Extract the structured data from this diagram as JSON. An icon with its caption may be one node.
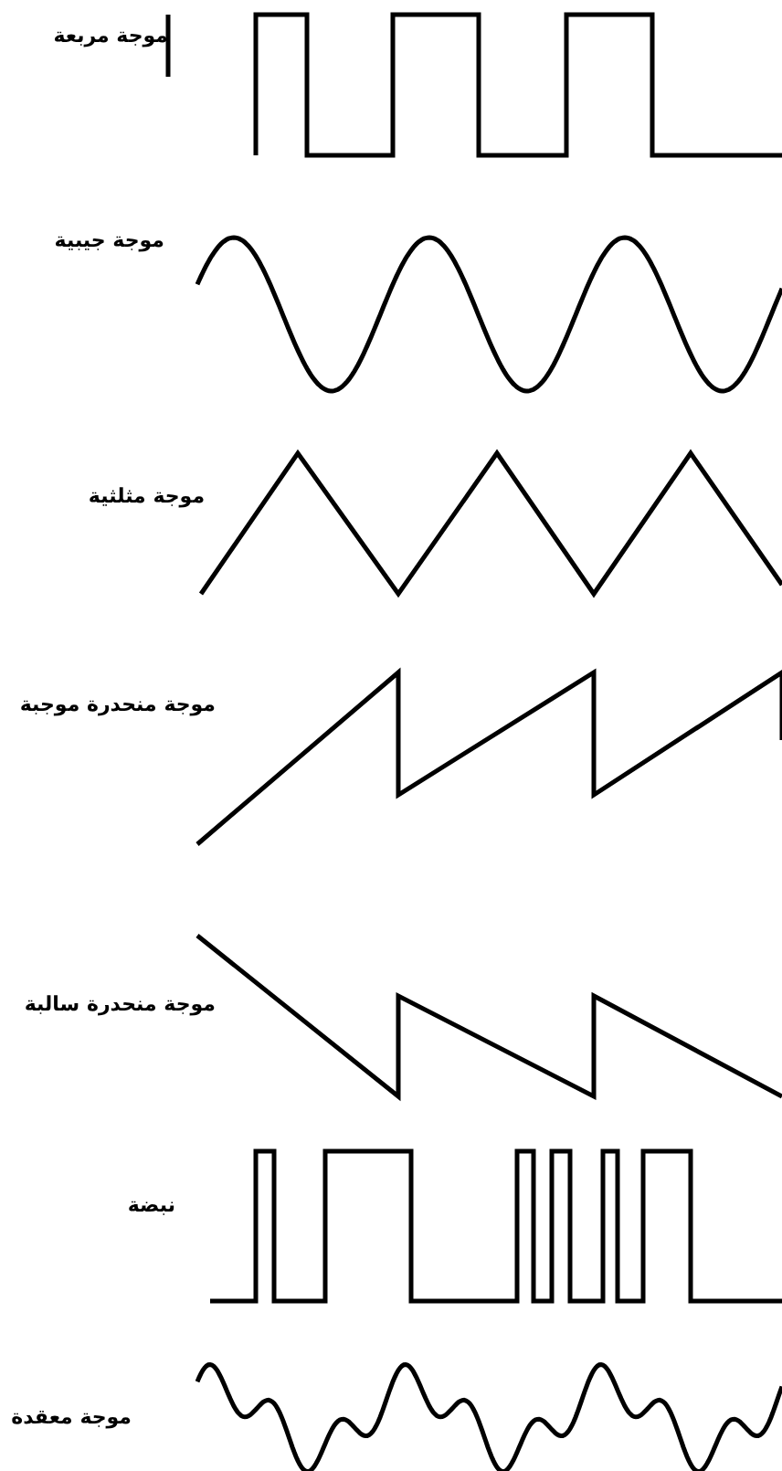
{
  "diagram": {
    "labels": [
      "موجة مربعة",
      "موجة جيبية",
      "موجة مثلثية",
      "موجة منحدرة موجبة",
      "موجة منحدرة سالبة",
      "نبضة",
      "موجة معقدة"
    ]
  }
}
